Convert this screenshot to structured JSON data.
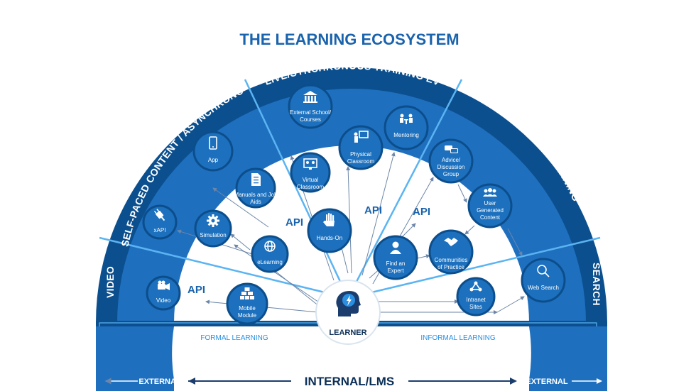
{
  "title": "THE LEARNING ECOSYSTEM",
  "colors": {
    "dark_blue": "#0b4f8e",
    "mid_blue": "#1f6fbf",
    "light_blue": "#2a8fe0",
    "title_blue": "#1a63ad",
    "node_blue": "#1c70bd"
  },
  "sectors": {
    "video": "VIDEO",
    "self_paced": "SELF-PACED CONTENT / ASYNCHRONOUS",
    "live": "LIVE/SYNCHRONOUS TRAINING EVENTS",
    "peer": "PEER & SOCIAL LEARNING",
    "search": "SEARCH"
  },
  "center": {
    "label": "LEARNER",
    "icon": "learner-head-icon"
  },
  "nodes": {
    "video": {
      "label": "Video",
      "icon": "video-camera-icon"
    },
    "xapi": {
      "label": "xAPI",
      "icon": "plug-icon"
    },
    "app": {
      "label": "App",
      "icon": "smartphone-icon"
    },
    "manuals": {
      "label1": "Manuals and Job",
      "label2": "Aids",
      "icon": "document-icon"
    },
    "simulation": {
      "label": "Simulation",
      "icon": "gear-icon"
    },
    "elearning": {
      "label": "eLearning",
      "icon": "globe-icon"
    },
    "mobile": {
      "label1": "Mobile",
      "label2": "Module",
      "icon": "blocks-icon"
    },
    "external_school": {
      "label1": "External School/",
      "label2": "Courses",
      "icon": "building-icon"
    },
    "virtual": {
      "label1": "Virtual",
      "label2": "Classroom",
      "icon": "monitor-icon"
    },
    "physical": {
      "label1": "Physical",
      "label2": "Classroom",
      "icon": "presenter-icon"
    },
    "mentoring": {
      "label": "Mentoring",
      "icon": "meeting-icon"
    },
    "hands_on": {
      "label": "Hands-On",
      "icon": "hand-icon"
    },
    "expert": {
      "label1": "Find an",
      "label2": "Expert",
      "icon": "person-icon"
    },
    "advice": {
      "label1": "Advice/",
      "label2": "Discussion",
      "label3": "Group",
      "icon": "chat-bubbles-icon"
    },
    "ugc": {
      "label1": "User",
      "label2": "Generated",
      "label3": "Content",
      "icon": "people-group-icon"
    },
    "cop": {
      "label1": "Communities",
      "label2": "of Practice",
      "icon": "handshake-icon"
    },
    "intranet": {
      "label1": "Intranet",
      "label2": "Sites",
      "icon": "network-icon"
    },
    "web_search": {
      "label": "Web Search",
      "icon": "magnifier-icon"
    }
  },
  "api_labels": {
    "a1": "API",
    "a2": "API",
    "a3": "API",
    "a4": "API"
  },
  "bottom": {
    "formal": "FORMAL LEARNING",
    "informal": "INFORMAL LEARNING",
    "external_left": "EXTERNAL",
    "internal": "INTERNAL/LMS",
    "external_right": "EXTERNAL"
  }
}
